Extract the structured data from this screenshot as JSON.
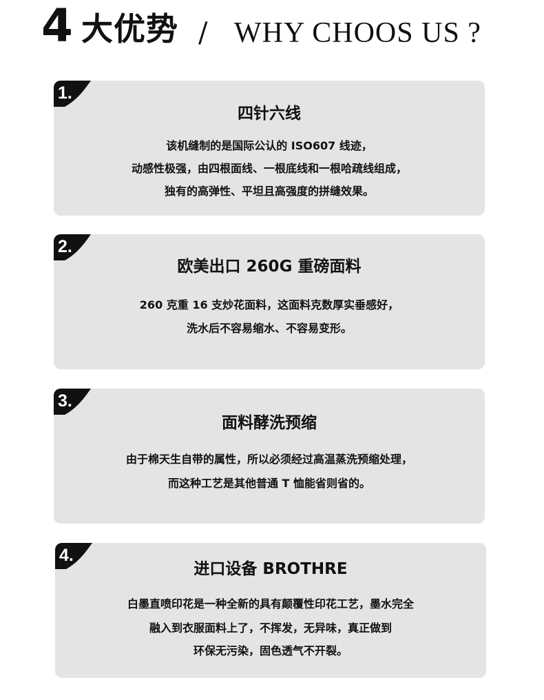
{
  "header": {
    "number": "4",
    "title_cn": "大优势",
    "slash": "/",
    "title_en": "WHY CHOOS US ?"
  },
  "cards": [
    {
      "badge": "1.",
      "title": "四针六线",
      "lines": [
        "该机缝制的是国际公认的 ISO607 线迹，",
        "动感性极强，由四根面线、一根底线和一根哈疏线组成，",
        "独有的高弹性、平坦且高强度的拼缝效果。"
      ]
    },
    {
      "badge": "2.",
      "title": "欧美出口 260G 重磅面料",
      "lines": [
        "260 克重 16 支炒花面料，这面料克数厚实垂感好，",
        "洗水后不容易缩水、不容易变形。"
      ]
    },
    {
      "badge": "3.",
      "title": "面料酵洗预缩",
      "lines": [
        "由于棉天生自带的属性，所以必须经过高温蒸洗预缩处理，",
        "而这种工艺是其他普通 T 恤能省则省的。"
      ]
    },
    {
      "badge": "4.",
      "title": "进口设备 BROTHRE",
      "lines": [
        "白墨直喷印花是一种全新的具有颠覆性印花工艺，墨水完全",
        "融入到衣服面料上了，不挥发，无异味，真正做到",
        "环保无污染，固色透气不开裂。"
      ]
    }
  ]
}
